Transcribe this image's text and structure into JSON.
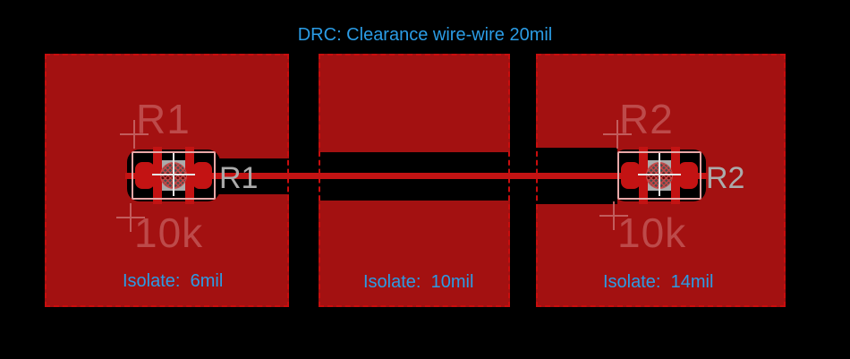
{
  "title": "DRC: Clearance wire-wire 20mil",
  "panels": [
    {
      "silk_name": "R1",
      "silk_value": "10k",
      "ref_label": "R1",
      "isolate_label": "Isolate:  6mil"
    },
    {
      "isolate_label": "Isolate:  10mil"
    },
    {
      "silk_name": "R2",
      "silk_value": "10k",
      "ref_label": "R2",
      "isolate_label": "Isolate:  14mil"
    }
  ],
  "colors": {
    "background": "#000000",
    "pour": "#A31111",
    "pour-border": "#C90D0D",
    "copper-bright": "#C31313",
    "silk": "#BD4A4A",
    "cross": "#C25C5C",
    "gray": "#ABABAB",
    "pink": "#E8A8A8",
    "blue": "#2B9CE5",
    "crosshair": "#E6E6E6"
  }
}
